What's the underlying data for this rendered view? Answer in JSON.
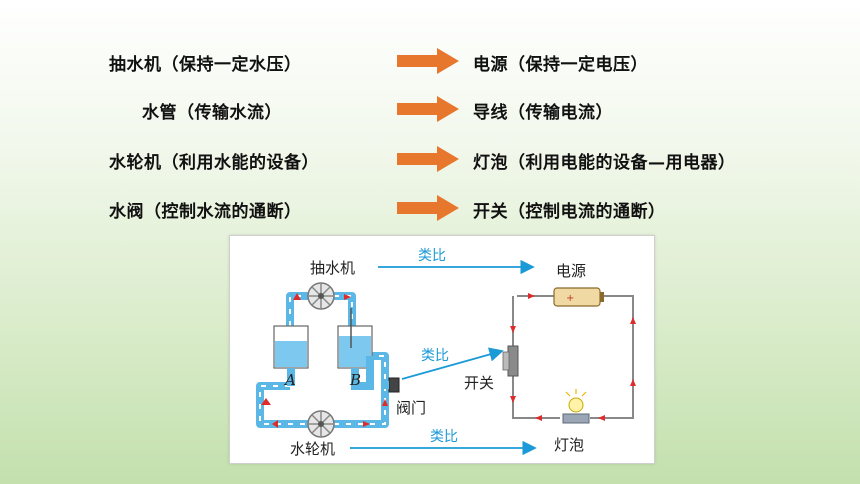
{
  "analogy_rows": [
    {
      "water": "抽水机（保持一定水压）",
      "circuit": "电源（保持一定电压）"
    },
    {
      "water": "水管（传输水流）",
      "circuit": "导线（传输电流）"
    },
    {
      "water": "水轮机（利用水能的设备）",
      "circuit": "灯泡（利用电能的设备—用电器）"
    },
    {
      "water": "水阀（控制水流的通断）",
      "circuit": "开关（控制电流的通断）"
    }
  ],
  "figure": {
    "pump_label": "抽水机",
    "turbine_label": "水轮机",
    "valve_label": "阀门",
    "container_a": "A",
    "container_b": "B",
    "analogy_top": "类比",
    "analogy_middle": "类比",
    "analogy_bottom": "类比",
    "source_label": "电源",
    "switch_label": "开关",
    "bulb_label": "灯泡"
  },
  "colors": {
    "arrow_orange": "#e8772e",
    "water_blue": "#7cc8ee",
    "pipe_blue": "#5bb7e6",
    "analogy_blue": "#1a9ad6",
    "current_red": "#e02b2b"
  }
}
